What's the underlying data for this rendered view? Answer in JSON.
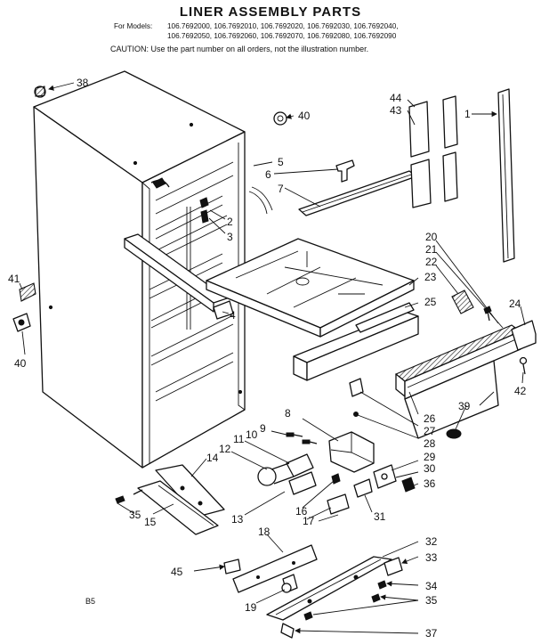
{
  "title": "LINER ASSEMBLY PARTS",
  "models_label": "For Models:",
  "models_line1": "106.7692000, 106.7692010, 106.7692020, 106.7692030, 106.7692040,",
  "models_line2": "106.7692050, 106.7692060, 106.7692070, 106.7692080, 106.7692090",
  "caution": "CAUTION: Use the part number on all orders, not the illustration number.",
  "page_code": "B5",
  "callouts": {
    "c1": "1",
    "c2": "2",
    "c3": "3",
    "c4": "4",
    "c5": "5",
    "c6": "6",
    "c7": "7",
    "c8": "8",
    "c9": "9",
    "c10": "10",
    "c11": "11",
    "c12": "12",
    "c13": "13",
    "c14": "14",
    "c15": "15",
    "c16": "16",
    "c17": "17",
    "c18": "18",
    "c19": "19",
    "c20": "20",
    "c21": "21",
    "c22": "22",
    "c23": "23",
    "c24": "24",
    "c25": "25",
    "c26": "26",
    "c27": "27",
    "c28": "28",
    "c29": "29",
    "c30": "30",
    "c31": "31",
    "c32": "32",
    "c33": "33",
    "c34": "34",
    "c35a": "35",
    "c35b": "35",
    "c36": "36",
    "c37": "37",
    "c38": "38",
    "c39": "39",
    "c40a": "40",
    "c40b": "40",
    "c41": "41",
    "c42": "42",
    "c43": "43",
    "c44": "44",
    "c45": "45"
  }
}
